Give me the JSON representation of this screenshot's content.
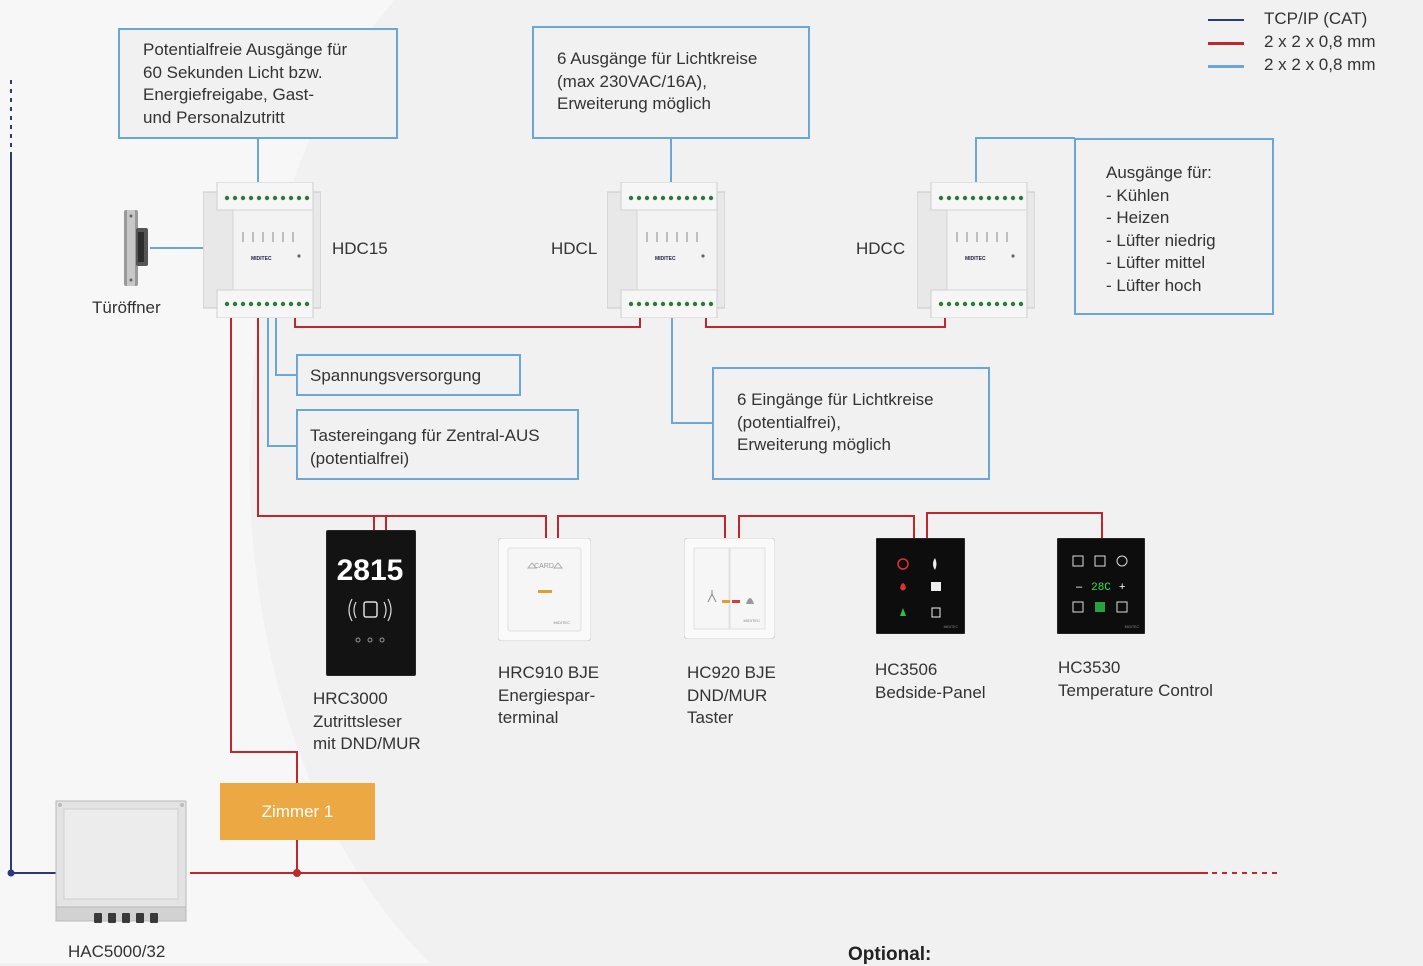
{
  "legend": [
    {
      "label": "TCP/IP (CAT)",
      "color": "#2b3a7a"
    },
    {
      "label": "2 x 2 x 0,8 mm",
      "color": "#c0272d"
    },
    {
      "label": "2 x 2 x 0,8 mm",
      "color": "#6aa6d6"
    }
  ],
  "callouts": {
    "hdc15_outputs": [
      "Potentialfreie Ausgänge für",
      "60 Sekunden Licht bzw.",
      "Energiefreigabe, Gast-",
      "und Personalzutritt"
    ],
    "hdcl_outputs": [
      "6 Ausgänge für Lichtkreise",
      "(max 230VAC/16A),",
      "Erweiterung möglich"
    ],
    "hdcc_outputs": [
      "Ausgänge für:",
      "- Kühlen",
      "- Heizen",
      "- Lüfter niedrig",
      "- Lüfter mittel",
      "- Lüfter hoch"
    ],
    "supply": [
      "Spannungsversorgung"
    ],
    "central_off": [
      "Tastereingang für Zentral-AUS",
      "(potentialfrei)"
    ],
    "hdcl_inputs": [
      "6 Eingänge für Lichtkreise",
      "(potentialfrei),",
      "Erweiterung möglich"
    ]
  },
  "modules": {
    "hdc15": "HDC15",
    "hdcl": "HDCL",
    "hdcc": "HDCC",
    "brand": "MIDITEC"
  },
  "door_opener": "Türöffner",
  "devices": [
    {
      "id": "hrc3000",
      "lines": [
        "HRC3000",
        "Zutrittsleser",
        "mit DND/MUR"
      ],
      "display": "2815"
    },
    {
      "id": "hrc910",
      "lines": [
        "HRC910 BJE",
        "Energiespar-",
        "terminal"
      ],
      "card": "CARD"
    },
    {
      "id": "hc920",
      "lines": [
        "HC920 BJE",
        "DND/MUR",
        "Taster"
      ]
    },
    {
      "id": "hc3506",
      "lines": [
        "HC3506",
        "Bedside-Panel"
      ]
    },
    {
      "id": "hc3530",
      "lines": [
        "HC3530",
        "Temperature Control"
      ],
      "display": "28C",
      "minus": "–",
      "plus": "+"
    }
  ],
  "zimmer": "Zimmer 1",
  "controller": "HAC5000/32",
  "optional": "Optional:",
  "colors": {
    "red": "#c0272d",
    "blue": "#6aa6d6",
    "navy": "#2b3a7a",
    "orange": "#eca843"
  }
}
